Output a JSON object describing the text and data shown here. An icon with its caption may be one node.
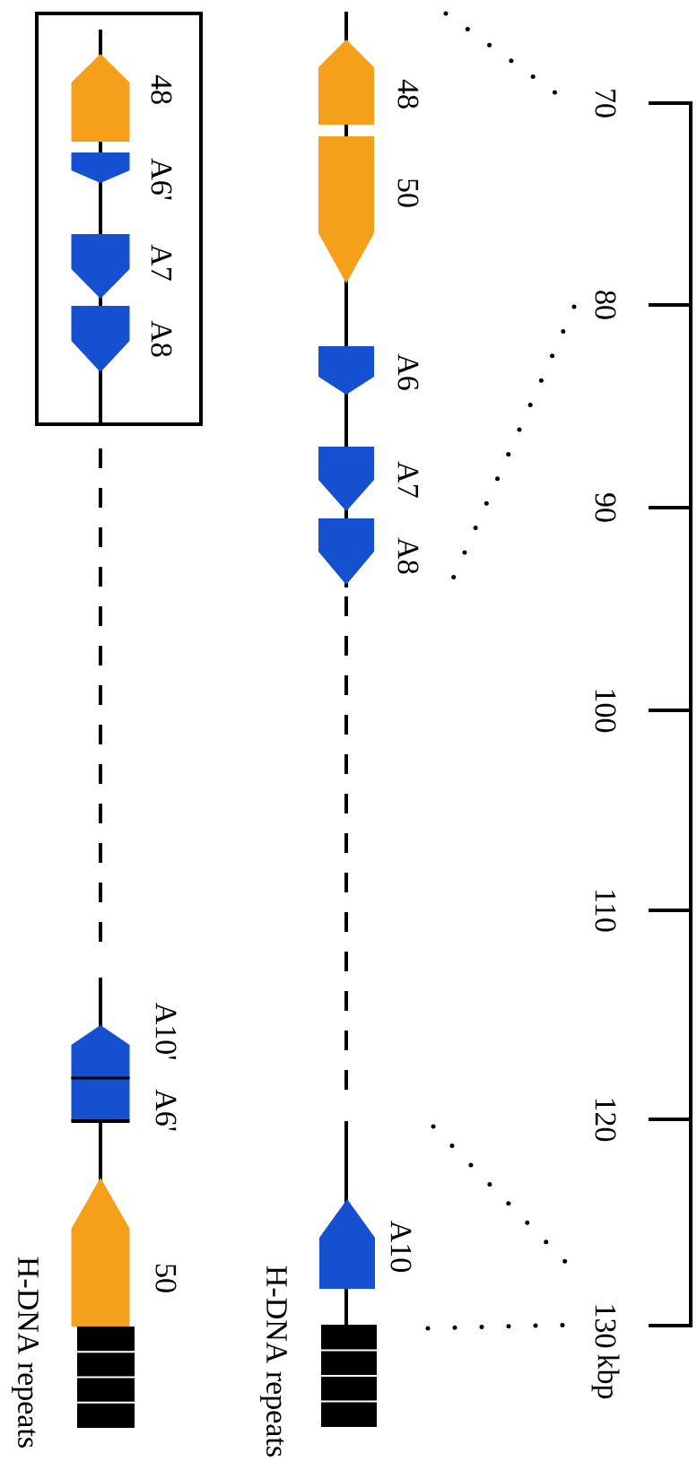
{
  "diagram": {
    "nodes": [
      {
        "text": [],
        "shape": "box"
      },
      {
        "text": [],
        "shape": "pentagon",
        "beside": [
          "48"
        ],
        "in": 0
      },
      {
        "text": [],
        "shape": "pentagon",
        "beside": [
          "A6'"
        ],
        "in": 0
      },
      {
        "text": [],
        "shape": "pentagon",
        "beside": [
          "A7"
        ],
        "in": 0
      },
      {
        "text": [],
        "shape": "pentagon",
        "beside": [
          "A8"
        ],
        "in": 0
      },
      {
        "text": [],
        "shape": "pentagon",
        "beside": [
          "A10'"
        ]
      },
      {
        "text": [],
        "shape": "box",
        "beside": [
          "A6'"
        ]
      },
      {
        "text": [],
        "shape": "pentagon",
        "beside": [
          "50"
        ]
      },
      {
        "text": [],
        "shape": "bar",
        "beside": [
          "H-DNA repeats"
        ]
      },
      {
        "text": [],
        "shape": "pentagon",
        "beside": [
          "48"
        ]
      },
      {
        "text": [],
        "shape": "pentagon",
        "beside": [
          "50"
        ]
      },
      {
        "text": [],
        "shape": "pentagon",
        "beside": [
          "A6"
        ]
      },
      {
        "text": [],
        "shape": "pentagon",
        "beside": [
          "A7"
        ]
      },
      {
        "text": [],
        "shape": "pentagon",
        "beside": [
          "A8"
        ]
      },
      {
        "text": [],
        "shape": "pentagon",
        "beside": [
          "A10"
        ]
      },
      {
        "text": [],
        "shape": "bar",
        "beside": [
          "H-DNA repeats"
        ]
      }
    ],
    "labels": [
      "70",
      "80",
      "90",
      "100",
      "110",
      "120",
      "130",
      "kbp"
    ]
  }
}
